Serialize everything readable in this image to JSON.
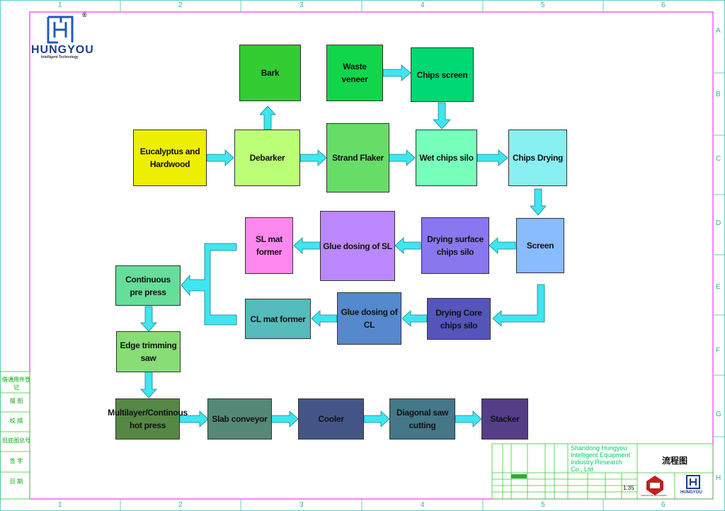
{
  "colors": {
    "arrow": "#3ee6f0",
    "frame": "#ff00ff",
    "title_green": "#00cc66"
  },
  "logo": {
    "brand": "HUNGYOU",
    "tagline": "Intelligent Technology",
    "reg": "®"
  },
  "grid": {
    "columns": [
      "1",
      "2",
      "3",
      "4",
      "5",
      "6"
    ],
    "rows": [
      "A",
      "B",
      "C",
      "D",
      "E",
      "F",
      "G",
      "H"
    ]
  },
  "nodes": {
    "bark": "Bark",
    "waste_veneer": "Waste veneer",
    "chips_screen": "Chips screen",
    "eucalyptus": "Eucalyptus and Hardwood",
    "debarker": "Debarker",
    "strand_flaker": "Strand Flaker",
    "wet_chips_silo": "Wet chips silo",
    "chips_drying": "Chips Drying",
    "sl_mat_former": "SL mat former",
    "glue_dosing_sl": "Glue dosing of SL",
    "drying_surface_silo": "Drying surface chips silo",
    "screen": "Screen",
    "continuous_pre_press": "Continuous pre press",
    "cl_mat_former": "CL mat former",
    "glue_dosing_cl": "Glue dosing of CL",
    "drying_core_silo": "Drying Core chips silo",
    "edge_trimming_saw": "Edge trimming saw",
    "hot_press": "Multilayer/Continous hot press",
    "slab_conveyor": "Slab conveyor",
    "cooler": "Cooler",
    "diagonal_saw": "Diagonal saw cutting",
    "stacker": "Stacker"
  },
  "side_stamps": [
    "借通用件登记",
    "描 图",
    "校 描",
    "旧底图总号",
    "签 字",
    "日 期"
  ],
  "title_block": {
    "company": "Shandong Hungyou Intelligent Equipment Industry Research Co., Ltd",
    "drawing_title": "流程图",
    "scale": "1:35",
    "sub_logo_1": "HUNGYOU",
    "sub_logo_2": "AMINSHUNG MACHINERY"
  }
}
